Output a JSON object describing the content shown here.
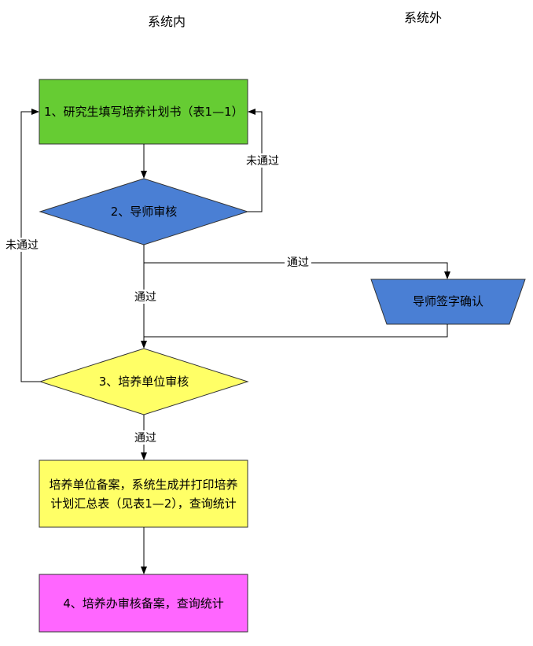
{
  "headers": {
    "inside": "系统内",
    "outside": "系统外"
  },
  "nodes": {
    "step1": {
      "label": "1、研究生填写培养计划书（表1—1）",
      "color": "#66cc33"
    },
    "step2": {
      "label": "2、导师审核",
      "color": "#4a7fd4"
    },
    "confirm": {
      "label": "导师签字确认",
      "color": "#4a7fd4"
    },
    "step3": {
      "label": "3、培养单位审核",
      "color": "#ffff66"
    },
    "record": {
      "label": "培养单位备案，系统生成并打印培养计划汇总表（见表1—2），查询统计",
      "color": "#ffff66"
    },
    "step4": {
      "label": "4、培养办审核备案，查询统计",
      "color": "#ff66ff"
    }
  },
  "edges": {
    "reject_right": "未通过",
    "reject_left": "未通过",
    "pass_to_confirm": "通过",
    "pass_down": "通过",
    "pass_to_record": "通过"
  }
}
